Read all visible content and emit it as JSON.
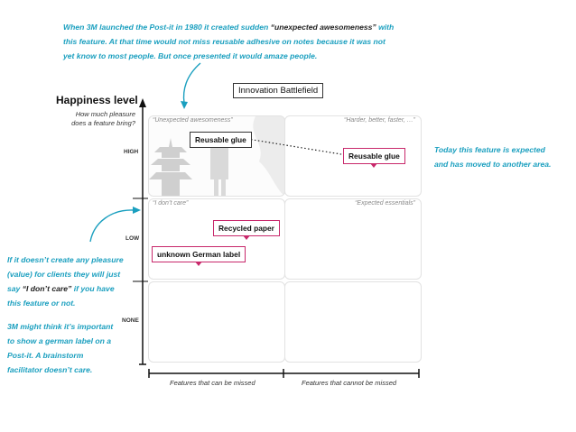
{
  "notes": {
    "top": {
      "before": "When 3M launched the Post-it in 1980 it created sudden ",
      "highlight": "“unexpected awesomeness”",
      "after": " with this feature. At that time would not miss reusable adhesive on notes because it was not yet know to most people. But once presented it would amaze people."
    },
    "right": "Today this feature is expected and has moved to another area.",
    "left1": {
      "before": "If it doesn’t create any pleasure (value) for clients they will just say ",
      "highlight": "“I don’t care”",
      "after": " if you have this feature or not."
    },
    "left2": "3M might think it’s important to show a german label on a Post-it. A brainstorm facilitator doesn’t care."
  },
  "title": "Innovation Battlefield",
  "y_axis": {
    "title": "Happiness level",
    "subtitle": "How much pleasure does a feature bring?",
    "levels": [
      "HIGH",
      "LOW",
      "NONE"
    ]
  },
  "x_axis": {
    "labels": [
      "Features that can be missed",
      "Features that cannot be missed"
    ]
  },
  "cells": {
    "top_left": "“Unexpected awesomeness”",
    "top_right": "“Harder, better, faster, …”",
    "mid_left": "“I don’t care”",
    "mid_right": "“Expected essentials”"
  },
  "tags": {
    "reusable_glue_old": "Reusable glue",
    "reusable_glue_new": "Reusable glue",
    "recycled_paper": "Recycled paper",
    "german_label": "unknown German label"
  },
  "colors": {
    "accent_cyan": "#1a9fbf",
    "tag_pink": "#c8286b",
    "tag_dark": "#333333"
  }
}
